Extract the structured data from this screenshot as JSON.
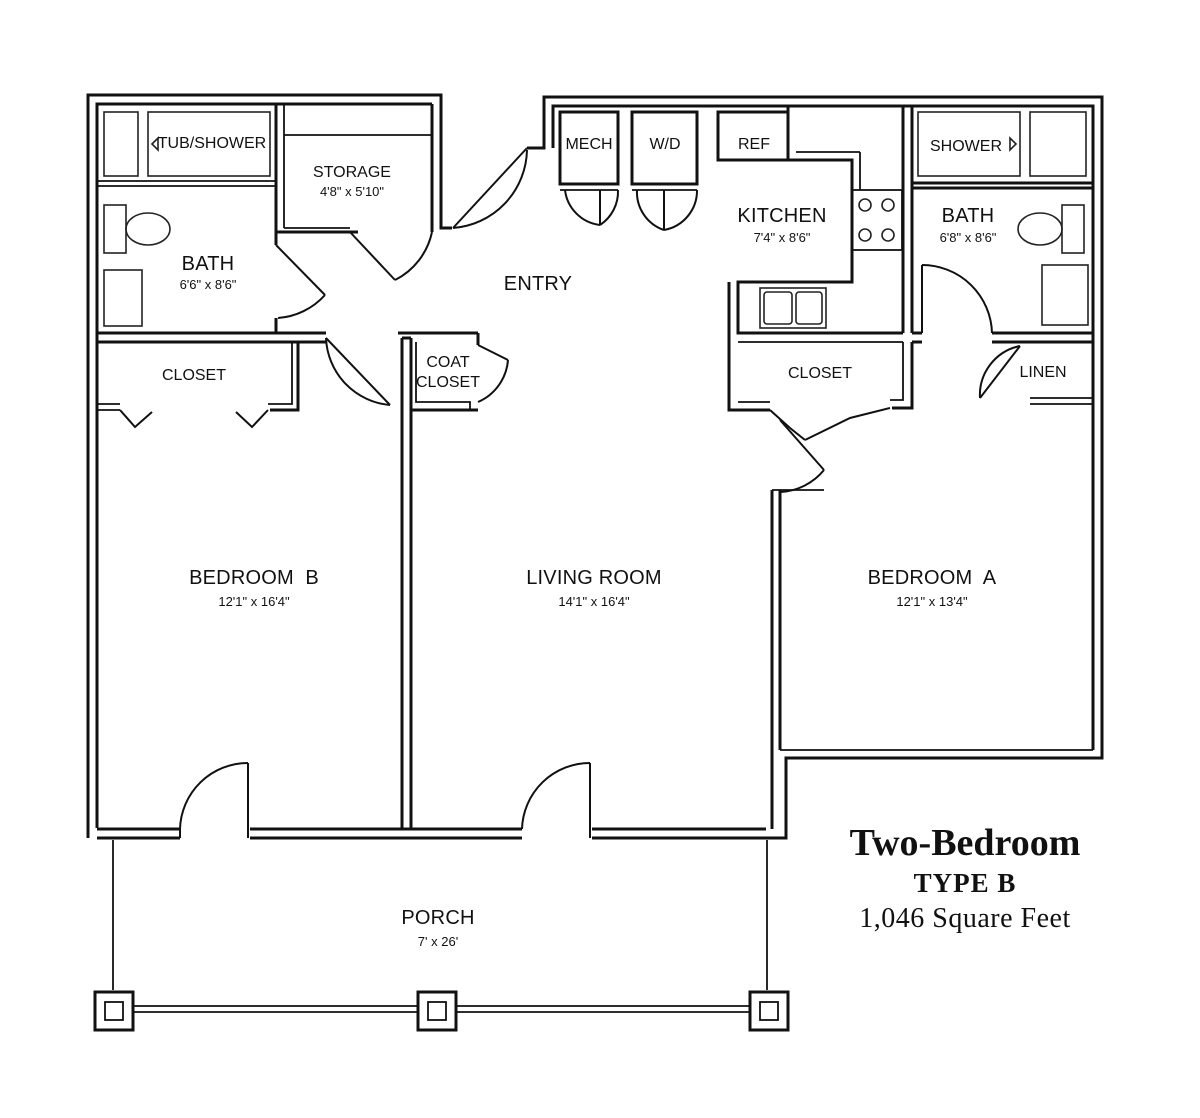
{
  "plan": {
    "title": "Two-Bedroom",
    "type": "TYPE B",
    "area": "1,046 Square Feet"
  },
  "rooms": {
    "tub_shower": "TUB/SHOWER",
    "storage": {
      "name": "STORAGE",
      "dim": "4'8\" x 5'10\""
    },
    "bath_b": {
      "name": "BATH",
      "dim": "6'6\" x 8'6\""
    },
    "entry": "ENTRY",
    "mech": "MECH",
    "wd": "W/D",
    "ref": "REF",
    "kitchen": {
      "name": "KITCHEN",
      "dim": "7'4\" x 8'6\""
    },
    "shower": "SHOWER",
    "bath_a": {
      "name": "BATH",
      "dim": "6'8\" x 8'6\""
    },
    "closet_b": "CLOSET",
    "coat_closet_1": "COAT",
    "coat_closet_2": "CLOSET",
    "closet_a": "CLOSET",
    "linen": "LINEN",
    "bedroom_b": {
      "name": "BEDROOM  B",
      "dim": "12'1\" x 16'4\""
    },
    "living_room": {
      "name": "LIVING ROOM",
      "dim": "14'1\" x 16'4\""
    },
    "bedroom_a": {
      "name": "BEDROOM  A",
      "dim": "12'1\" x 13'4\""
    },
    "porch": {
      "name": "PORCH",
      "dim": "7' x 26'"
    }
  }
}
